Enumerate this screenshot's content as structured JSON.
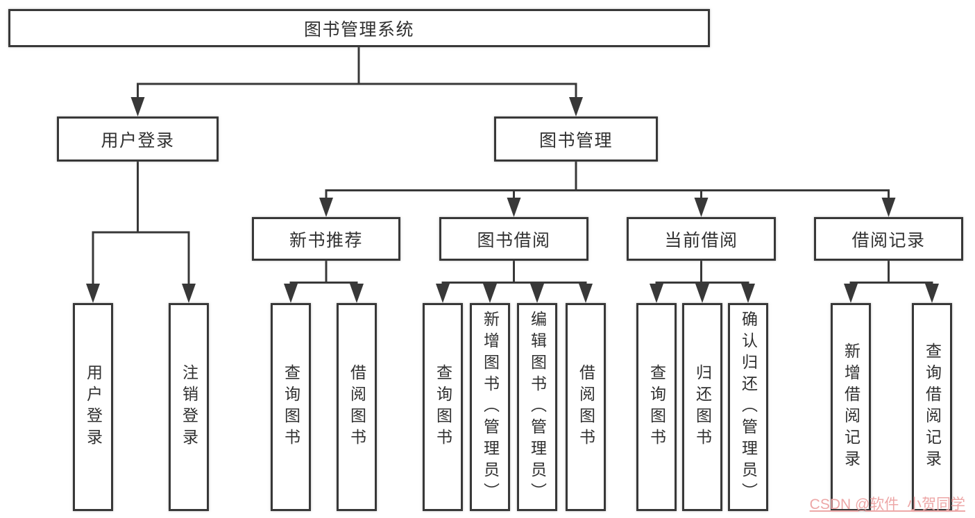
{
  "diagram": {
    "root": {
      "label": "图书管理系统"
    },
    "branches": [
      {
        "label": "用户登录",
        "children": [
          {
            "label": "用户登录"
          },
          {
            "label": "注销登录"
          }
        ]
      },
      {
        "label": "图书管理",
        "children": [
          {
            "label": "新书推荐",
            "children": [
              {
                "label": "查询图书"
              },
              {
                "label": "借阅图书"
              }
            ]
          },
          {
            "label": "图书借阅",
            "children": [
              {
                "label": "查询图书"
              },
              {
                "label": "新增图书（管理员）"
              },
              {
                "label": "编辑图书（管理员）"
              },
              {
                "label": "借阅图书"
              }
            ]
          },
          {
            "label": "当前借阅",
            "children": [
              {
                "label": "查询图书"
              },
              {
                "label": "归还图书"
              },
              {
                "label": "确认归还（管理员）"
              }
            ]
          },
          {
            "label": "借阅记录",
            "children": [
              {
                "label": "新增借阅记录"
              },
              {
                "label": "查询借阅记录"
              }
            ]
          }
        ]
      }
    ]
  },
  "watermark": {
    "text": "CSDN @软件_小贺同学",
    "color": "#eda7a7"
  },
  "colors": {
    "background": "#ffffff",
    "line": "#383838",
    "box_border": "#383838",
    "box_fill": "#ffffff",
    "text": "#303030",
    "watermark": "#eda7a7"
  }
}
